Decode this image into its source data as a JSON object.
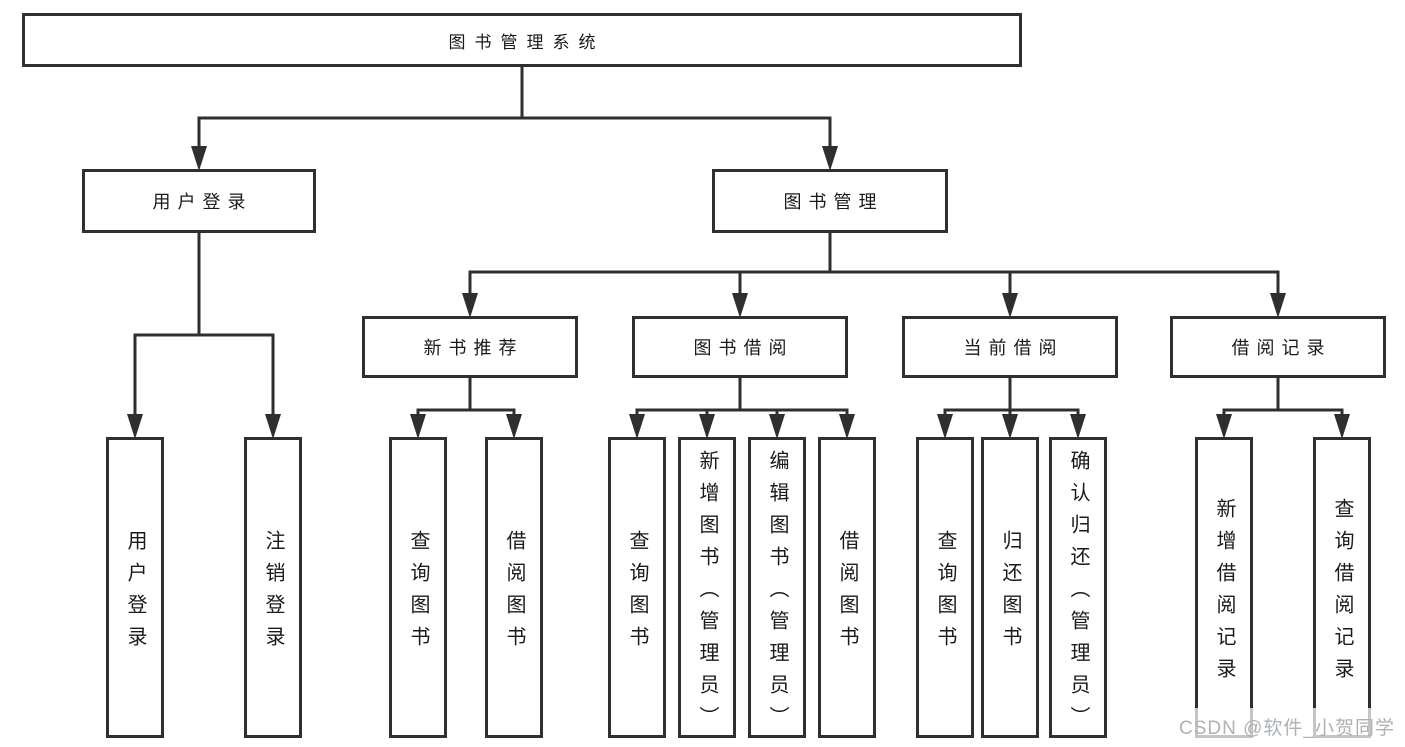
{
  "diagram": {
    "title": "图书管理系统",
    "type": "hierarchy-tree"
  },
  "nodes": {
    "root": {
      "label": "图书管理系统"
    },
    "user_login": {
      "label": "用户登录"
    },
    "book_mgmt": {
      "label": "图书管理"
    },
    "ul_login": {
      "label": "用户登录"
    },
    "ul_logout": {
      "label": "注销登录"
    },
    "new_book_rec": {
      "label": "新书推荐"
    },
    "book_borrow": {
      "label": "图书借阅"
    },
    "current_borrow": {
      "label": "当前借阅"
    },
    "borrow_records": {
      "label": "借阅记录"
    },
    "nb_query": {
      "label": "查询图书"
    },
    "nb_borrow": {
      "label": "借阅图书"
    },
    "bb_query": {
      "label": "查询图书"
    },
    "bb_add": {
      "label": "新增图书（管理员）"
    },
    "bb_edit": {
      "label": "编辑图书（管理员）"
    },
    "bb_borrow": {
      "label": "借阅图书"
    },
    "cb_query": {
      "label": "查询图书"
    },
    "cb_return": {
      "label": "归还图书"
    },
    "cb_confirm": {
      "label": "确认归还（管理员）"
    },
    "br_add": {
      "label": "新增借阅记录"
    },
    "br_query": {
      "label": "查询借阅记录"
    }
  },
  "hierarchy": {
    "root": [
      "user_login",
      "book_mgmt"
    ],
    "user_login": [
      "ul_login",
      "ul_logout"
    ],
    "book_mgmt": [
      "new_book_rec",
      "book_borrow",
      "current_borrow",
      "borrow_records"
    ],
    "new_book_rec": [
      "nb_query",
      "nb_borrow"
    ],
    "book_borrow": [
      "bb_query",
      "bb_add",
      "bb_edit",
      "bb_borrow"
    ],
    "current_borrow": [
      "cb_query",
      "cb_return",
      "cb_confirm"
    ],
    "borrow_records": [
      "br_add",
      "br_query"
    ]
  },
  "watermark": {
    "text": "CSDN @软件_小贺同学"
  },
  "colors": {
    "line": "#2f2f2f",
    "text": "#1a1a1a",
    "background": "#ffffff",
    "watermark_text": "#aeb2b6"
  }
}
